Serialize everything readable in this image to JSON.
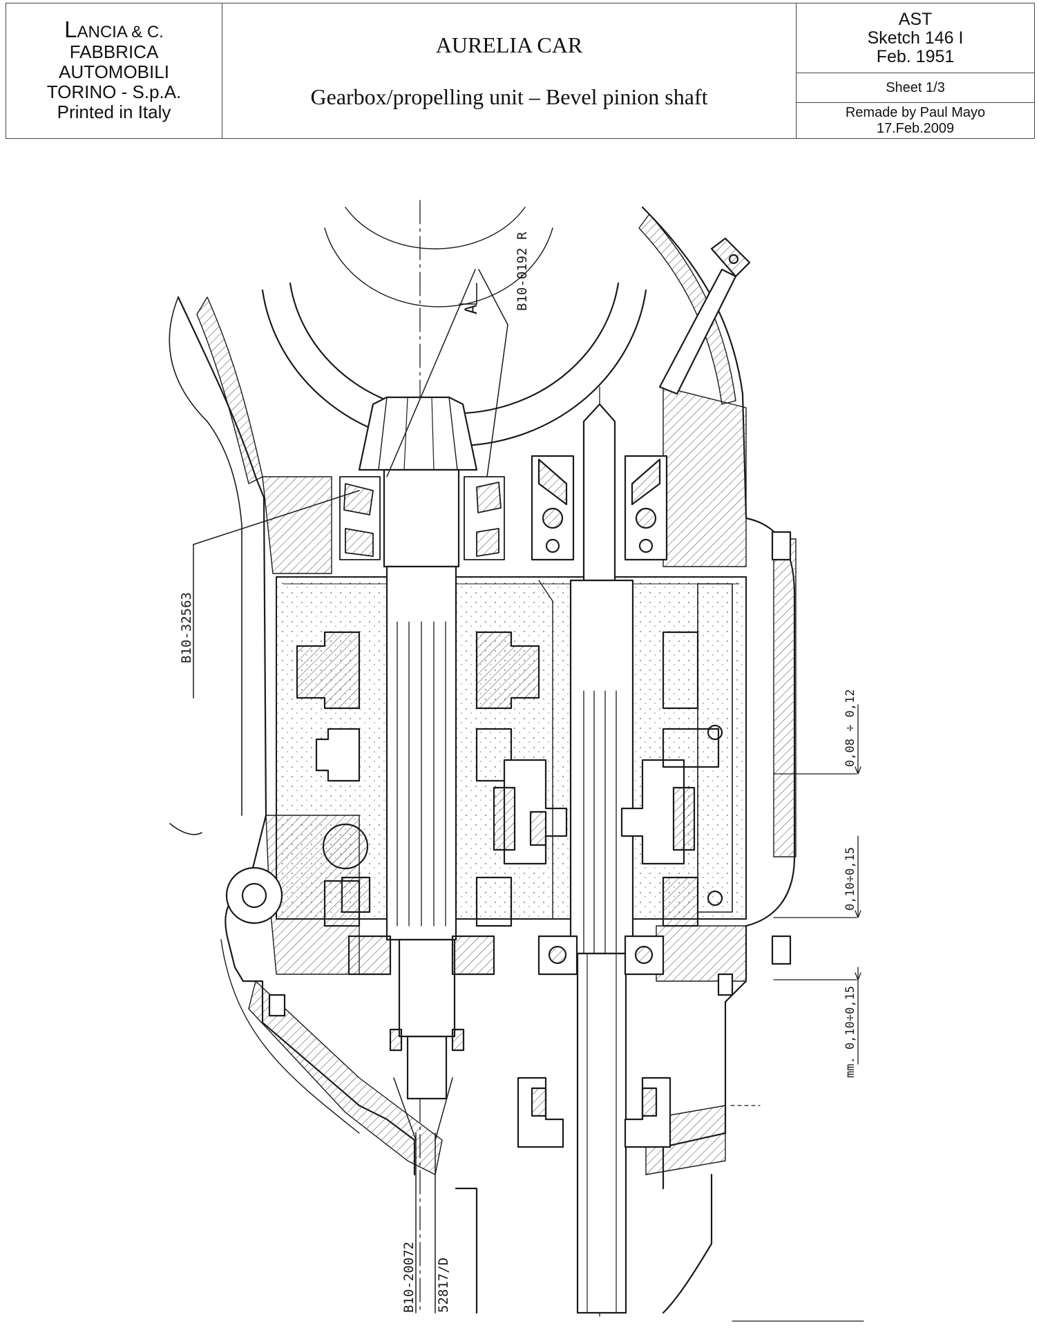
{
  "title_block": {
    "company_line1_cap": "L",
    "company_line1_rest": "ANCIA & C.",
    "company_line2": "FABBRICA",
    "company_line3": "AUTOMOBILI",
    "company_line4": "TORINO - S.p.A.",
    "company_line5": "Printed in Italy",
    "title": "AURELIA CAR",
    "subtitle": "Gearbox/propelling unit – Bevel pinion shaft",
    "ref_line1": "AST",
    "ref_line2": "Sketch 146 I",
    "ref_line3": "Feb. 1951",
    "sheet": "Sheet 1/3",
    "remade_line1": "Remade by Paul Mayo",
    "remade_line2": "17.Feb.2009"
  },
  "drawing": {
    "labels": {
      "part_b10_0192r": "B10-0192 R",
      "section_a": "A",
      "part_b10_32563": "B10-32563",
      "part_b10_20072": "B10-20072",
      "part_52817d": "52817/D"
    },
    "dimensions": {
      "clearance_1": "0,08 ÷ 0,12",
      "clearance_2": "0,10÷0,15",
      "clearance_3": "mm. 0,10÷0,15"
    }
  }
}
